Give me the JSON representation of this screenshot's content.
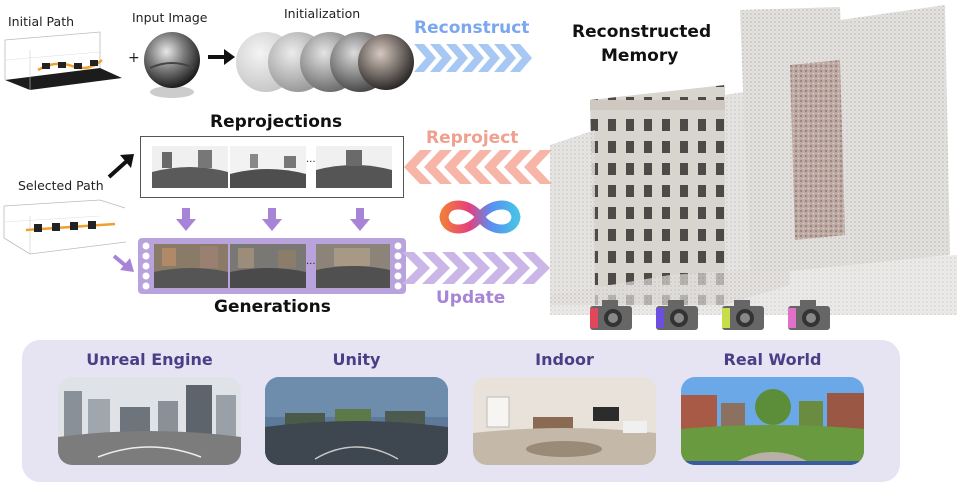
{
  "labels": {
    "initial_path": "Initial Path",
    "plus": "+",
    "input_image": "Input Image",
    "initialization": "Initialization",
    "reconstruct": "Reconstruct",
    "reconstructed_memory_1": "Reconstructed",
    "reconstructed_memory_2": "Memory",
    "reprojections": "Reprojections",
    "reproject": "Reproject",
    "selected_path": "Selected Path",
    "generations": "Generations",
    "update": "Update",
    "ellipsis": "..."
  },
  "categories": [
    {
      "label": "Unreal Engine"
    },
    {
      "label": "Unity"
    },
    {
      "label": "Indoor"
    },
    {
      "label": "Real World"
    }
  ],
  "colors": {
    "reconstruct": "#7aa7ee",
    "reproject": "#f0a08f",
    "update": "#a884d6",
    "panel": "#e6e3f2",
    "category_title": "#4a3f86",
    "film_strip": "#b9a3dc",
    "camera_colors": [
      "#e0475a",
      "#6c4fe0",
      "#c8dd4a",
      "#e070c8"
    ]
  },
  "icons": [
    "right-arrow-icon",
    "infinity-icon",
    "camera-icon",
    "path-plot-icon",
    "sphere-icon"
  ]
}
